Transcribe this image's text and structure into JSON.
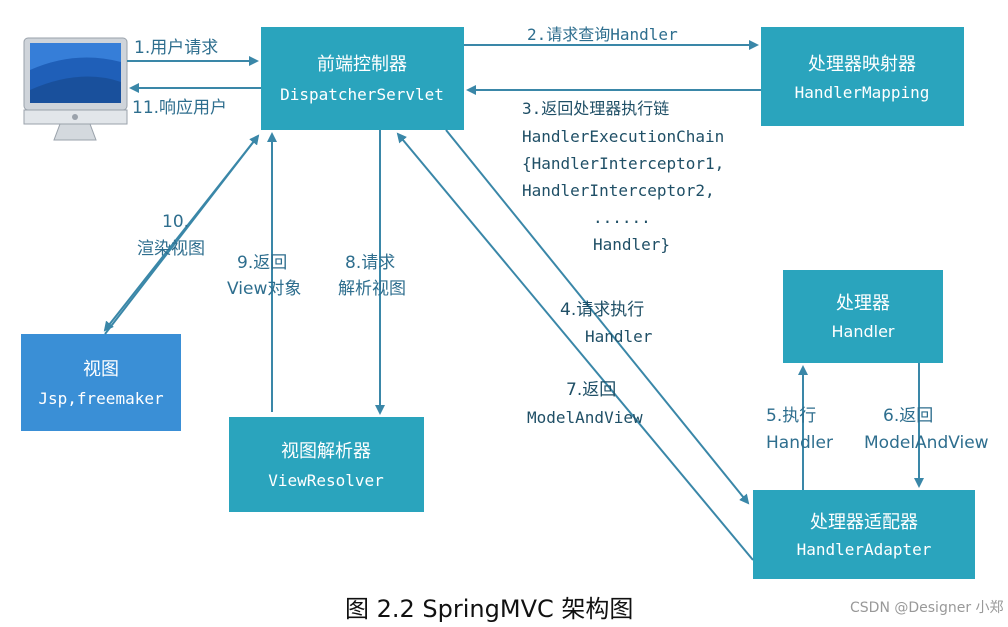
{
  "nodes": {
    "dispatcher": {
      "title": "前端控制器",
      "sub": "DispatcherServlet"
    },
    "handler_mapping": {
      "title": "处理器映射器",
      "sub": "HandlerMapping"
    },
    "handler": {
      "title": "处理器",
      "sub": "Handler"
    },
    "handler_adapter": {
      "title": "处理器适配器",
      "sub": "HandlerAdapter"
    },
    "view_resolver": {
      "title": "视图解析器",
      "sub": "ViewResolver"
    },
    "view": {
      "title": "视图",
      "sub": "Jsp,freemaker"
    }
  },
  "labels": {
    "step1": "1.用户请求",
    "step11": "11.响应用户",
    "step2": "2.请求查询Handler",
    "step3": {
      "title": "3.返回处理器执行链",
      "line1": "HandlerExecutionChain",
      "line2": "{HandlerInterceptor1,",
      "line3": "HandlerInterceptor2,",
      "line4": "......",
      "line5": "Handler}"
    },
    "step4": {
      "line1": "4.请求执行",
      "line2": "Handler"
    },
    "step5": {
      "line1": "5.执行",
      "line2": "Handler"
    },
    "step6": {
      "line1": "6.返回",
      "line2": "ModelAndView"
    },
    "step7": {
      "line1": "7.返回",
      "line2": "ModelAndView"
    },
    "step8": {
      "line1": "8.请求",
      "line2": "解析视图"
    },
    "step9": {
      "line1": "9.返回",
      "line2": "View对象"
    },
    "step10": {
      "line1": "10.",
      "line2": "渲染视图"
    }
  },
  "caption": "图 2.2 SpringMVC 架构图",
  "watermark": "CSDN @Designer 小郑",
  "colors": {
    "node_fill": "#2aa4bd",
    "view_fill": "#3a8fd6",
    "arrow": "#3a87a8",
    "label_text": "#2e6e8e"
  },
  "icons": {
    "user": "desktop-computer-icon"
  }
}
